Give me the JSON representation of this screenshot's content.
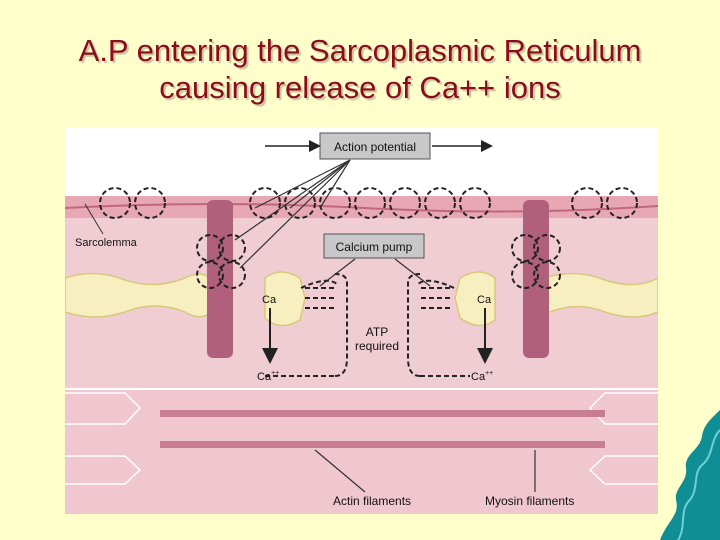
{
  "slide": {
    "title_line1": "A.P entering the Sarcoplasmic Reticulum",
    "title_line2": "causing release of Ca++ ions"
  },
  "diagram": {
    "labels": {
      "action_potential": "Action potential",
      "calcium_pump": "Calcium pump",
      "sarcolemma": "Sarcolemma",
      "ca_left": "Ca",
      "ca_right": "Ca",
      "atp_line1": "ATP",
      "atp_line2": "required",
      "ca_ion_left": "Ca",
      "ca_ion_right": "Ca",
      "ca_ion_charge": "++",
      "actin": "Actin filaments",
      "myosin": "Myosin filaments"
    },
    "colors": {
      "background": "#ffffcc",
      "title": "#8b0d1d",
      "membrane": "#e8a7b4",
      "t_tubule": "#b0607a",
      "label_box": "#c8c8c8",
      "decor_wave": "#0f8f95"
    }
  }
}
